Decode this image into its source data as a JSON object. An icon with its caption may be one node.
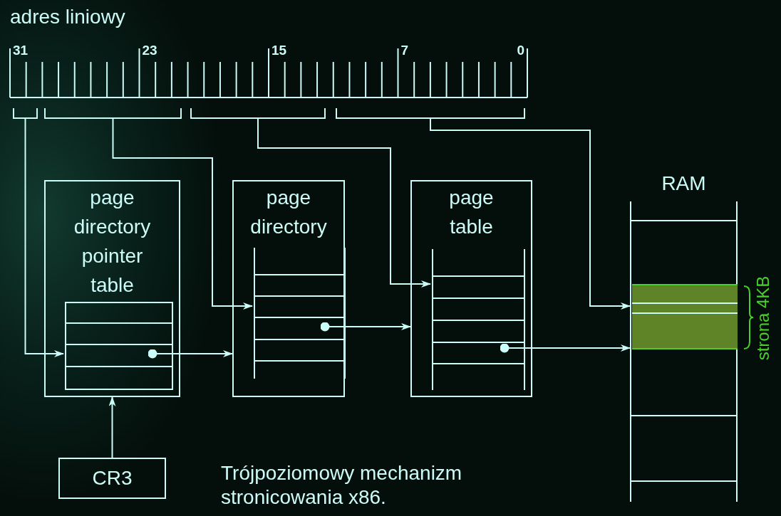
{
  "diagram": {
    "caption": "Trójpoziomowy mechanizm stronicowania x86.",
    "nodes": [
      {
        "text": [],
        "shape": "bracket"
      },
      {
        "text": [],
        "shape": "bracket"
      },
      {
        "text": [],
        "shape": "bracket"
      },
      {
        "text": [],
        "shape": "bracket"
      },
      {
        "text": [
          "page directory pointer table"
        ]
      },
      {
        "text": [],
        "shape": "box",
        "in": 4
      },
      {
        "text": [
          "page directory"
        ]
      },
      {
        "text": [],
        "shape": "box",
        "in": 6
      },
      {
        "text": [
          "page table"
        ]
      },
      {
        "text": [],
        "shape": "box",
        "in": 8
      },
      {
        "text": [
          "RAM"
        ]
      },
      {
        "text": [],
        "shape": "bar",
        "in": 10,
        "beside": [
          "strona 4KB"
        ]
      },
      {
        "text": [
          "CR3"
        ]
      }
    ],
    "edges": [
      {
        "from": 0,
        "to": 5,
        "arrow": "to"
      },
      {
        "from": 1,
        "to": 7,
        "arrow": "to"
      },
      {
        "from": 2,
        "to": 9,
        "arrow": "to"
      },
      {
        "from": 3,
        "to": 11,
        "arrow": "to"
      },
      {
        "from": 5,
        "to": 6,
        "arrow": "to"
      },
      {
        "from": 7,
        "to": 8,
        "arrow": "to"
      },
      {
        "from": 9,
        "to": 11,
        "arrow": "to"
      },
      {
        "from": 12,
        "to": 4,
        "arrow": "to"
      }
    ],
    "labels": [
      "adres liniowy",
      "31",
      "23",
      "15",
      "7",
      "0"
    ]
  }
}
